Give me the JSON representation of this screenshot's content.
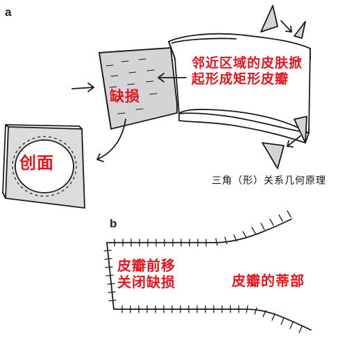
{
  "panel_a": {
    "letter": "a",
    "flap_label_line1": "邻近区域的皮肤掀",
    "flap_label_line2": "起形成矩形皮瓣",
    "defect_label": "缺损",
    "wound_label": "创面",
    "triangle_label": "三角（形）关系几何原理"
  },
  "panel_b": {
    "letter": "b",
    "advance_label_line1": "皮瓣前移",
    "advance_label_line2": "关闭缺损",
    "pedicle_label": "皮瓣的蒂部"
  },
  "colors": {
    "label_red": "#e8141b",
    "ink": "#1a1a1a"
  }
}
